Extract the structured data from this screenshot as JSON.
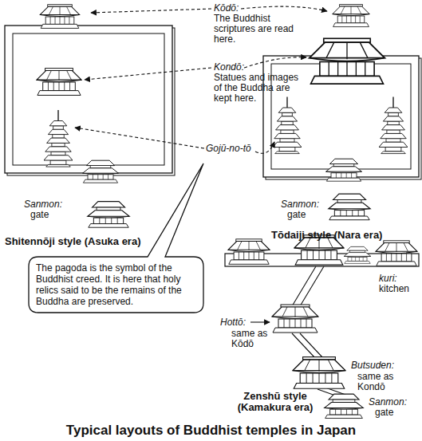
{
  "diagram": {
    "caption": "Typical layouts of Buddhist temples in Japan",
    "nodes": [
      {
        "text": [
          "The pagoda is the symbol of the Buddhist creed. It is here that holy relics said to be the remains of the Buddha are preserved."
        ]
      }
    ],
    "labels": [
      "Kōdō:",
      "The Buddhist scriptures are read here.",
      "Kondō:",
      "Statues and images of the Buddha are kept here.",
      "Gojū-no-tō",
      "Sanmon:",
      "gate",
      "Shitennōji style (Asuka era)",
      "Sanmon:",
      "gate",
      "Tōdaiji style (Nara era)",
      "kuri:",
      "kitchen",
      "Hottō:",
      "same as Kōdō",
      "Butsuden:",
      "same as Kondō",
      "Zenshū style (Kamakura era)",
      "Sanmon:",
      "gate"
    ]
  }
}
